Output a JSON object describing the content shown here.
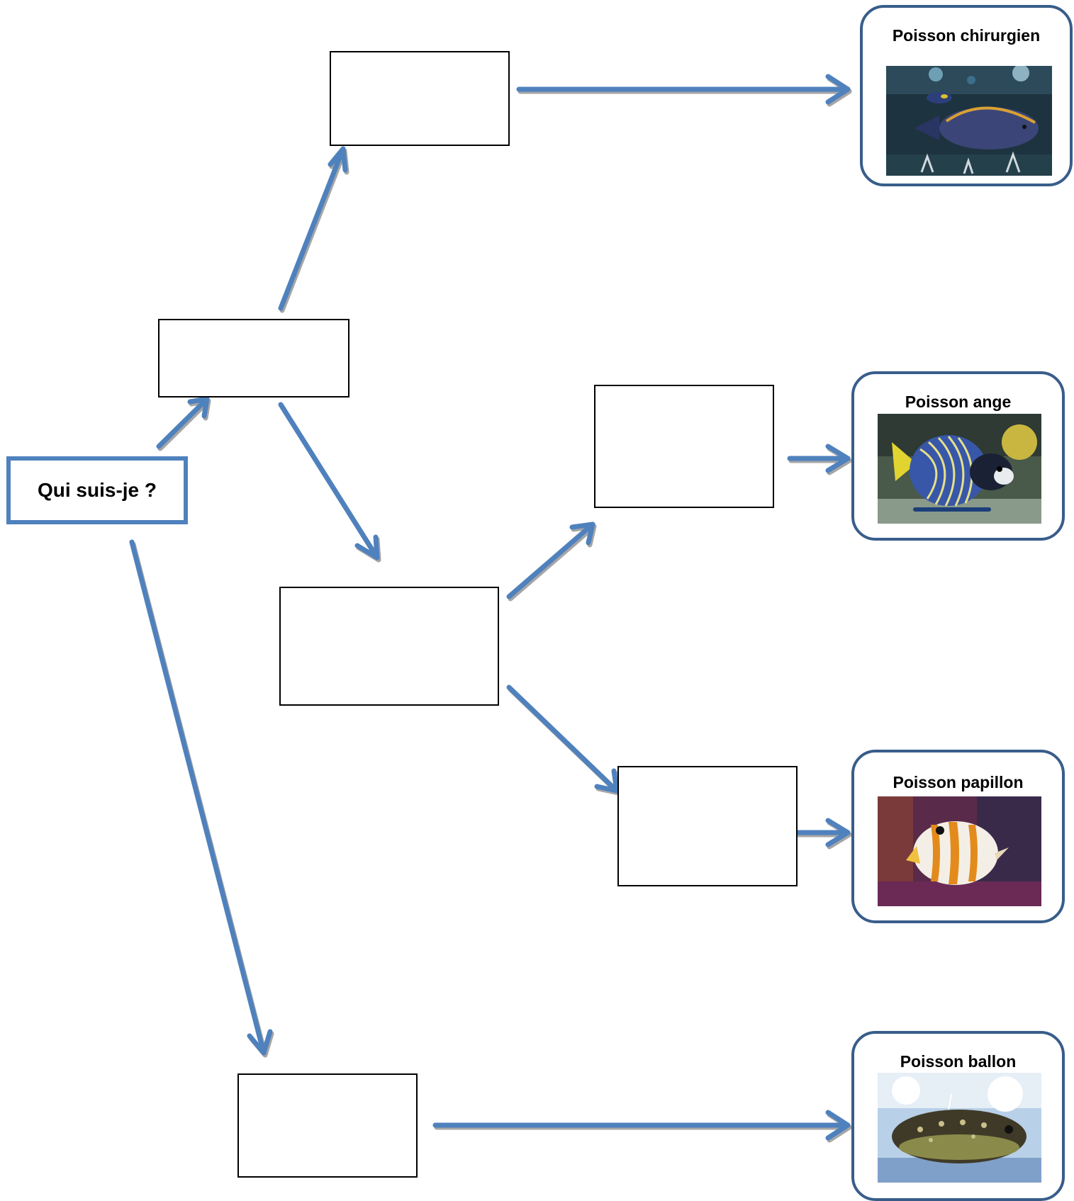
{
  "start": {
    "label": "Qui suis-je ?"
  },
  "colors": {
    "arrow": "#4f81bd",
    "arrow_shadow": "#a6a6a6",
    "card_border": "#385d8a"
  },
  "cards": [
    {
      "title": "Poisson chirurgien",
      "photo": "surgeonfish-photo"
    },
    {
      "title": "Poisson ange",
      "photo": "angelfish-photo"
    },
    {
      "title": "Poisson papillon",
      "photo": "butterflyfish-photo"
    },
    {
      "title": "Poisson ballon",
      "photo": "pufferfish-photo"
    }
  ]
}
